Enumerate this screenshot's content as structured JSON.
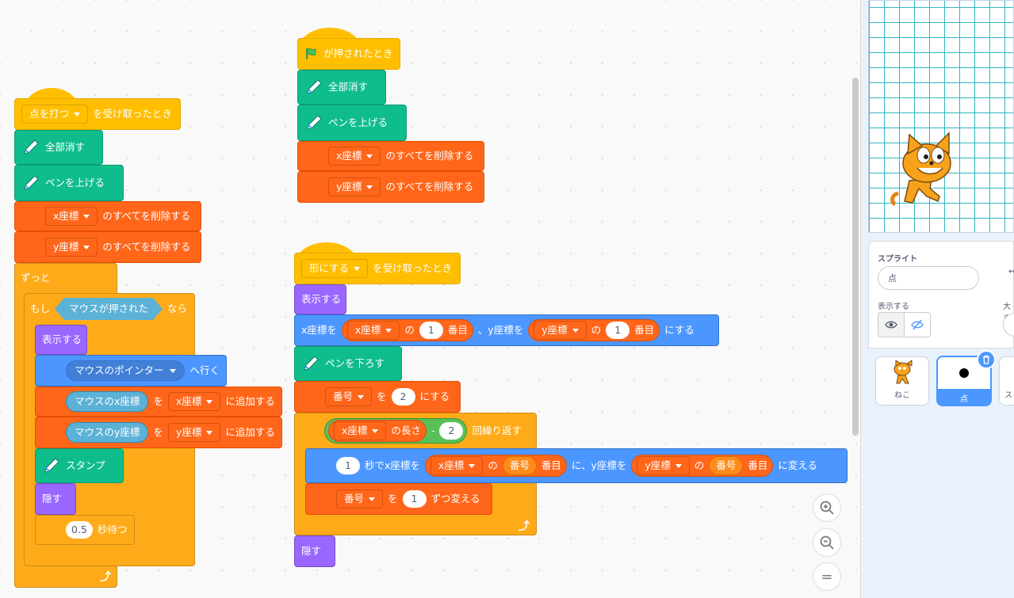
{
  "colors": {
    "event": "#ffbf00",
    "pen": "#0fbd8c",
    "variables": "#ff661a",
    "control": "#ffab19",
    "looks": "#9966ff",
    "motion": "#4c97ff",
    "sensing": "#5cb1d6",
    "operators": "#59c059",
    "stage_grid": "#30b7c3"
  },
  "icons": {
    "pen": "pen-icon",
    "flag": "green-flag-icon",
    "loop": "loop-arrow-icon",
    "zoom_in": "zoom-in-icon",
    "zoom_out": "zoom-out-icon",
    "reset": "zoom-reset-icon",
    "show": "eye-icon",
    "hide": "eye-slash-icon",
    "delete": "trash-icon"
  },
  "script1": {
    "hat_msg": "点を打つ",
    "hat_text": "を受け取ったとき",
    "clear": "全部消す",
    "pen_up": "ペンを上げる",
    "del_x_var": "x座標",
    "del_text": "のすべてを削除する",
    "del_y_var": "y座標",
    "forever": "ずっと",
    "if": "もし",
    "cond": "マウスが押された",
    "then": "なら",
    "show": "表示する",
    "goto_target": "マウスのポインター",
    "goto_text": "へ行く",
    "mouse_x": "マウスのx座標",
    "wo": "を",
    "add_x_var": "x座標",
    "add_text": "に追加する",
    "mouse_y": "マウスのy座標",
    "add_y_var": "y座標",
    "stamp": "スタンプ",
    "hide": "隠す",
    "wait_val": "0.5",
    "wait_text": "秒待つ"
  },
  "script2": {
    "flag_text": "が押されたとき",
    "clear": "全部消す",
    "pen_up": "ペンを上げる",
    "del_x_var": "x座標",
    "del_text": "のすべてを削除する",
    "del_y_var": "y座標"
  },
  "script3": {
    "hat_msg": "形にする",
    "hat_text": "を受け取ったとき",
    "show": "表示する",
    "setxy_a": "x座標を",
    "list_x": "x座標",
    "of": "の",
    "idx1": "1",
    "item": "番目",
    "setxy_b": "、y座標を",
    "list_y": "y座標",
    "idx2": "1",
    "setxy_c": "にする",
    "pen_down": "ペンを下ろす",
    "var_num": "番号",
    "wo": "を",
    "set_val": "2",
    "set_text": "にする",
    "len_list": "x座標",
    "len_text": "の長さ",
    "minus": "-",
    "minus_val": "2",
    "repeat_text": "回繰り返す",
    "glide_secs": "1",
    "glide_a": "秒でx座標を",
    "glide_list_x": "x座標",
    "glide_of": "の",
    "glide_idx": "番号",
    "glide_item": "番目",
    "glide_b": "に、y座標を",
    "glide_list_y": "y座標",
    "glide_c": "に変える",
    "change_var": "番号",
    "change_val": "1",
    "change_text": "ずつ変える",
    "hide": "隠す"
  },
  "zoom": {
    "reset": "="
  },
  "sprite_panel": {
    "sprite_label": "スプライト",
    "sprite_name": "点",
    "show_label": "表示する",
    "size_label": "大き",
    "sprites": [
      {
        "name": "ねこ"
      },
      {
        "name": "点",
        "selected": true
      },
      {
        "name": "ス"
      }
    ]
  }
}
